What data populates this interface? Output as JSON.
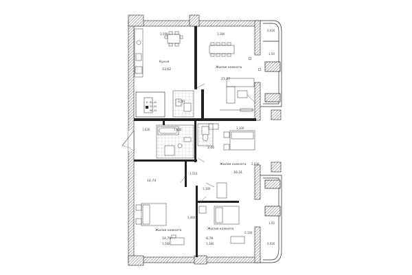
{
  "rooms": {
    "kitchen": {
      "label": "Кухня",
      "area": "13,62"
    },
    "living_top": {
      "label": "Жилая комната",
      "area": "21,37"
    },
    "living_right": {
      "label": "Жилая комната",
      "area": "16,31"
    },
    "bedroom_left": {
      "label": "Жилая комната",
      "area": "14,79"
    },
    "bedroom_bottom": {
      "label": "Жилая комната",
      "area": "8,78"
    },
    "hall_area": "14,74",
    "bath_area": "2,06",
    "wc_area": "2,40"
  },
  "summary": {
    "row1_label": "Б",
    "row1_value": "81,42",
    "row2_label": "ЖС",
    "row2_value": "55,05",
    "row3_value": "86,55"
  },
  "dimensions": {
    "kitchen_width": "3,590",
    "living_width": "3,380",
    "corner_top_width": "0,920",
    "balcony_top_height": "1,50",
    "bath_left_width": "1,630",
    "bath_right_width": "1,830",
    "living_right_width": "3,100",
    "living_right_height": "5,630",
    "hall_vertical": "1,510",
    "hall_door_width": "1,160",
    "bedroom_left_height": "3,460",
    "bedroom_left_width": "3,580",
    "bedroom_bottom_width": "3,380",
    "bedroom_bottom_height": "2,140",
    "balcony_bottom_height": "1,50",
    "corner_bottom_width": "0,920"
  }
}
